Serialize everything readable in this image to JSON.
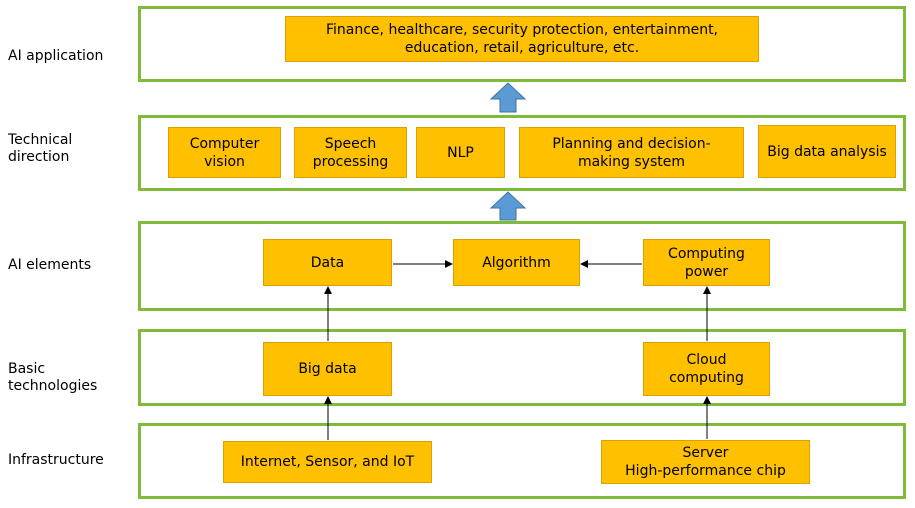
{
  "rows": {
    "app": "AI application",
    "tech": "Technical\ndirection",
    "elements": "AI elements",
    "basic": "Basic\ntechnologies",
    "infra": "Infrastructure"
  },
  "boxes": {
    "apps": "Finance, healthcare, security protection, entertainment,\neducation, retail, agriculture, etc.",
    "cv": "Computer\nvision",
    "speech": "Speech\nprocessing",
    "nlp": "NLP",
    "planning": "Planning and decision-\nmaking system",
    "bigdata_analysis": "Big data analysis",
    "data": "Data",
    "algorithm": "Algorithm",
    "computing_power": "Computing\npower",
    "big_data": "Big data",
    "cloud": "Cloud\ncomputing",
    "iot": "Internet, Sensor, and IoT",
    "server": "Server\nHigh-performance chip"
  },
  "colors": {
    "layer_border": "#7fba3a",
    "box_fill": "#ffc000",
    "up_arrow": "#5b9bd5"
  }
}
